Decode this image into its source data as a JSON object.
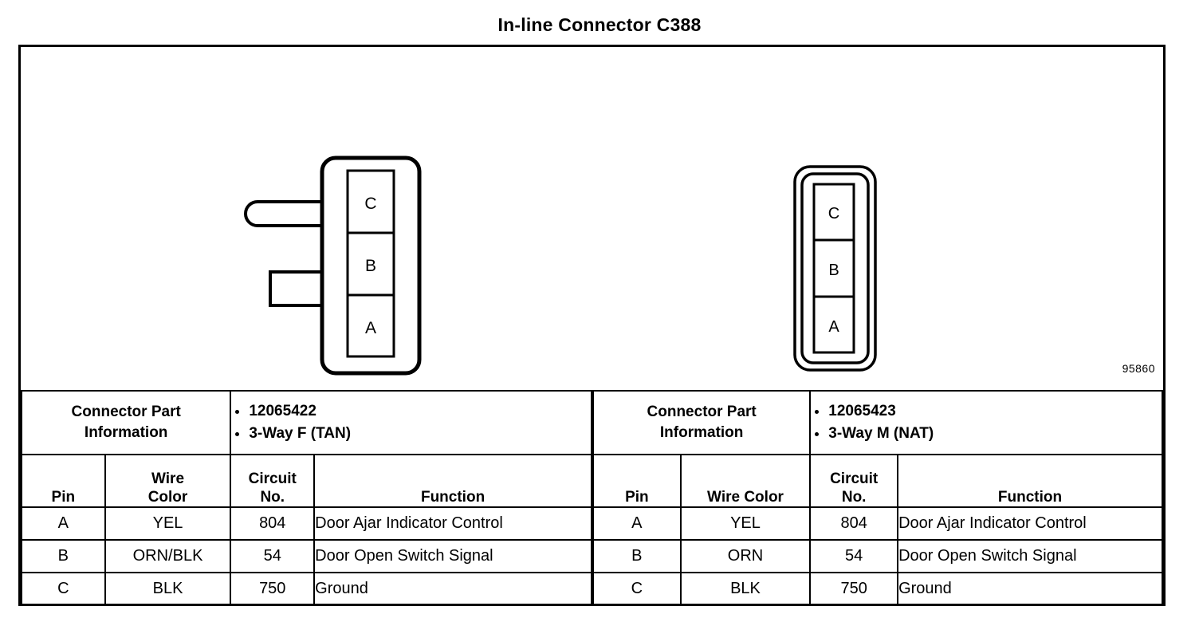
{
  "title": "In-line Connector C388",
  "figure": {
    "reference_number": "95860",
    "connectors": [
      {
        "name": "left-connector",
        "type": "female",
        "cells": [
          "C",
          "B",
          "A"
        ]
      },
      {
        "name": "right-connector",
        "type": "male",
        "cells": [
          "C",
          "B",
          "A"
        ]
      }
    ]
  },
  "tables": [
    {
      "id": "left-table",
      "part_info": {
        "label_line1": "Connector Part",
        "label_line2": "Information",
        "items": [
          "12065422",
          "3-Way F (TAN)"
        ]
      },
      "headers": {
        "pin": "Pin",
        "wire_color_line1": "Wire",
        "wire_color_line2": "Color",
        "circuit_line1": "Circuit",
        "circuit_line2": "No.",
        "function": "Function"
      },
      "rows": [
        {
          "pin": "A",
          "wire_color": "YEL",
          "circuit_no": "804",
          "function": "Door Ajar Indicator Control"
        },
        {
          "pin": "B",
          "wire_color": "ORN/BLK",
          "circuit_no": "54",
          "function": "Door Open Switch Signal"
        },
        {
          "pin": "C",
          "wire_color": "BLK",
          "circuit_no": "750",
          "function": "Ground"
        }
      ]
    },
    {
      "id": "right-table",
      "part_info": {
        "label_line1": "Connector Part",
        "label_line2": "Information",
        "items": [
          "12065423",
          "3-Way M (NAT)"
        ]
      },
      "headers": {
        "pin": "Pin",
        "wire_color_line1": "Wire Color",
        "wire_color_line2": "",
        "circuit_line1": "Circuit",
        "circuit_line2": "No.",
        "function": "Function"
      },
      "rows": [
        {
          "pin": "A",
          "wire_color": "YEL",
          "circuit_no": "804",
          "function": "Door Ajar Indicator Control"
        },
        {
          "pin": "B",
          "wire_color": "ORN",
          "circuit_no": "54",
          "function": "Door Open Switch Signal"
        },
        {
          "pin": "C",
          "wire_color": "BLK",
          "circuit_no": "750",
          "function": "Ground"
        }
      ]
    }
  ],
  "colors": {
    "ink": "#000000",
    "paper": "#ffffff"
  }
}
